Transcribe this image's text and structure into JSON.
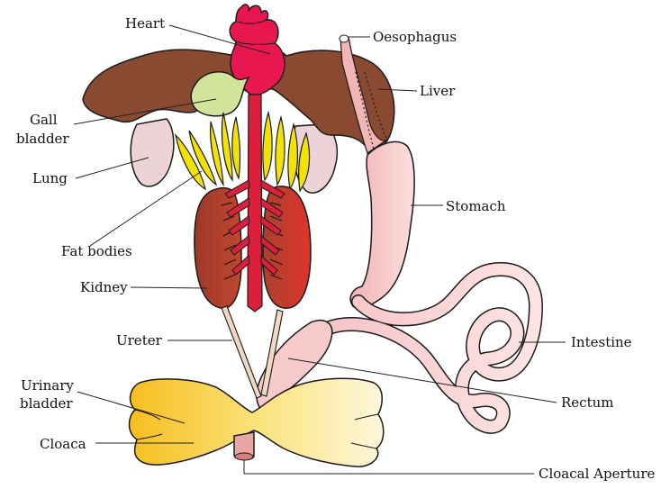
{
  "labels": {
    "heart": "Heart",
    "oesophagus": "Oesophagus",
    "liver": "Liver",
    "gall_bladder_1": "Gall",
    "gall_bladder_2": "bladder",
    "lung": "Lung",
    "stomach": "Stomach",
    "fat_bodies": "Fat bodies",
    "kidney": "Kidney",
    "ureter": "Ureter",
    "intestine": "Intestine",
    "urinary_bladder_1": "Urinary",
    "urinary_bladder_2": "bladder",
    "rectum": "Rectum",
    "cloaca": "Cloaca",
    "cloacal_aperture": "Cloacal Aperture"
  },
  "colors": {
    "liver": "#8a4a32",
    "heart": "#e8174f",
    "gall_bladder": "#d4e39a",
    "lung": "#ecd3d8",
    "fat_bodies": "#f3e200",
    "kidney": "#b53a2c",
    "blood_vessel": "#dc1f3b",
    "stomach": "#f2b5b6",
    "intestine": "#f4c6c8",
    "cloaca": "#f6c531",
    "ureter": "#efd9c4"
  }
}
